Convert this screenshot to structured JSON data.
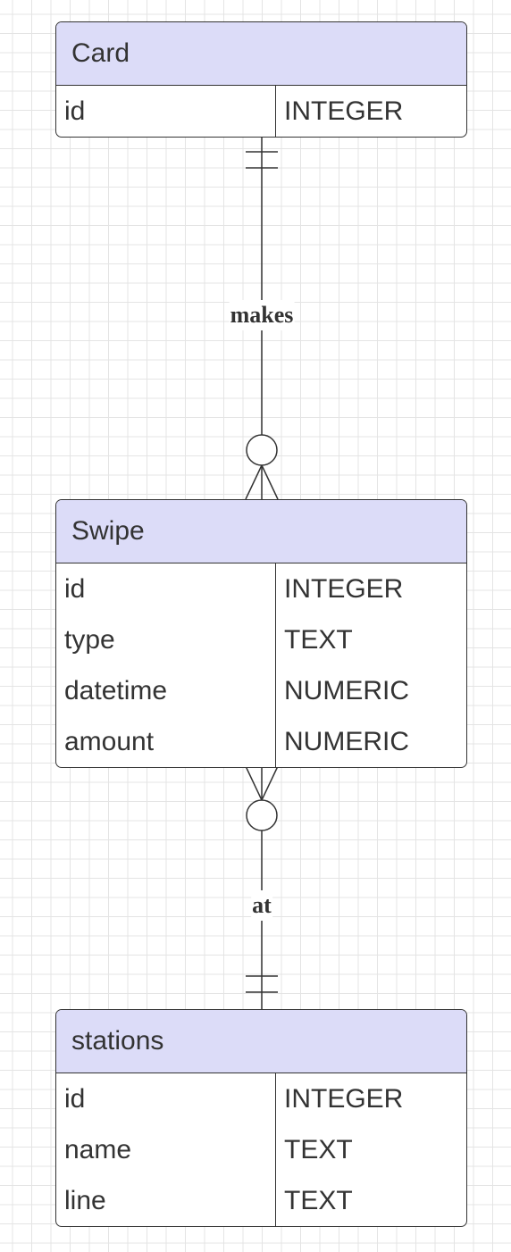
{
  "entities": {
    "card": {
      "title": "Card",
      "fields": [
        {
          "name": "id",
          "type": "INTEGER"
        }
      ]
    },
    "swipe": {
      "title": "Swipe",
      "fields": [
        {
          "name": "id",
          "type": "INTEGER"
        },
        {
          "name": "type",
          "type": "TEXT"
        },
        {
          "name": "datetime",
          "type": "NUMERIC"
        },
        {
          "name": "amount",
          "type": "NUMERIC"
        }
      ]
    },
    "stations": {
      "title": "stations",
      "fields": [
        {
          "name": "id",
          "type": "INTEGER"
        },
        {
          "name": "name",
          "type": "TEXT"
        },
        {
          "name": "line",
          "type": "TEXT"
        }
      ]
    }
  },
  "relationships": [
    {
      "label": "makes",
      "from": "Card",
      "to": "Swipe",
      "from_cardinality": "exactly-one",
      "to_cardinality": "zero-or-many"
    },
    {
      "label": "at",
      "from": "Swipe",
      "to": "stations",
      "from_cardinality": "zero-or-many",
      "to_cardinality": "exactly-one"
    }
  ],
  "colors": {
    "header_fill": "#dcdcf8",
    "line": "#333333",
    "text": "#333333"
  }
}
